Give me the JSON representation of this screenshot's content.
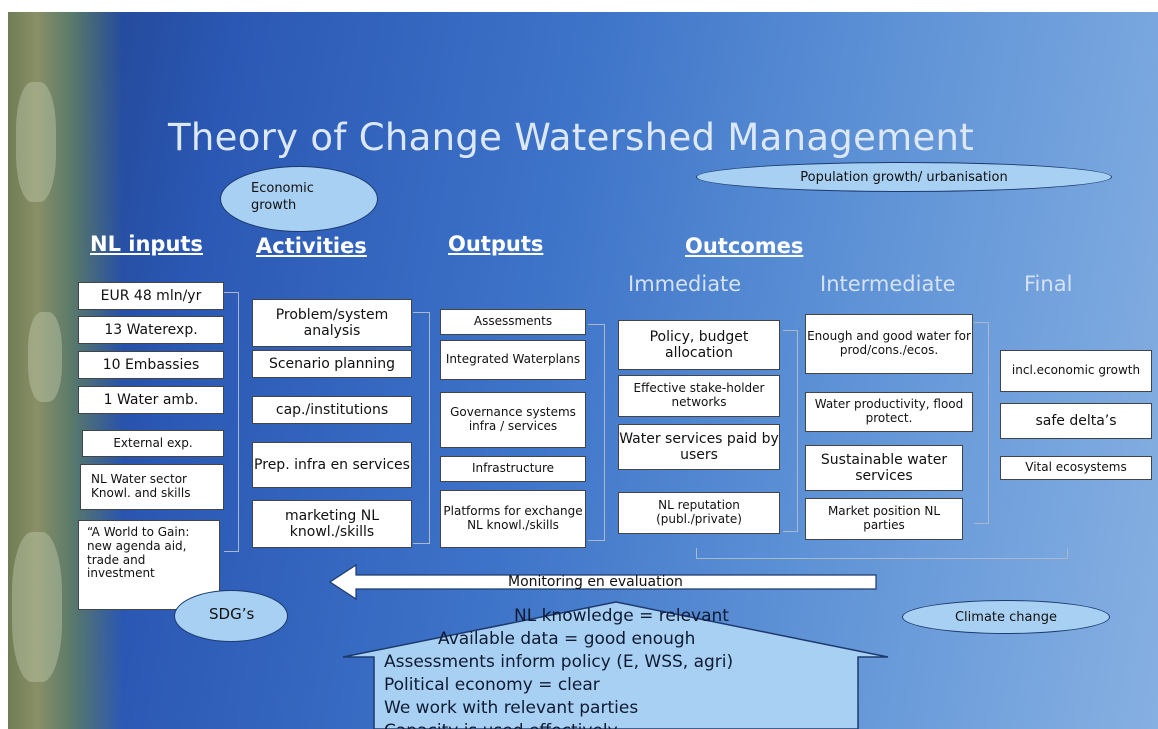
{
  "title": "Theory of Change Watershed Management",
  "ovals": {
    "economic_growth": "Economic growth",
    "population": "Population growth/ urbanisation",
    "sdgs": "SDG’s",
    "climate": "Climate change"
  },
  "headers": {
    "nl_inputs": "NL inputs",
    "activities": "Activities",
    "outputs": "Outputs",
    "outcomes": "Outcomes",
    "immediate": "Immediate",
    "intermediate": "Intermediate",
    "final": "Final"
  },
  "inputs": [
    "EUR 48 mln/yr",
    "13 Waterexp.",
    "10 Embassies",
    "1 Water amb.",
    "External exp.",
    "NL Water sector Knowl. and skills",
    "“A World to Gain: new agenda aid, trade and investment"
  ],
  "activities": [
    "Problem/system analysis",
    "Scenario planning",
    "cap./institutions",
    "Prep. infra en services",
    "marketing NL knowl./skills"
  ],
  "outputs": [
    "Assessments",
    "Integrated Waterplans",
    "Governance systems infra / services",
    "Infrastructure",
    "Platforms for exchange NL knowl./skills"
  ],
  "immediate": [
    "Policy, budget allocation",
    "Effective stake-holder networks",
    "Water services paid by users",
    "NL reputation (publ./private)"
  ],
  "intermediate": [
    "Enough and good water for prod/cons./ecos.",
    "Water productivity, flood protect.",
    "Sustainable water services",
    "Market position NL parties"
  ],
  "final": [
    "incl.economic growth",
    "safe delta’s",
    "Vital ecosystems"
  ],
  "monitoring": "Monitoring en evaluation",
  "assumptions": [
    "NL knowledge = relevant",
    "Available data = good enough",
    "Assessments inform policy (E, WSS, agri)",
    "Political economy = clear",
    "We work with relevant parties",
    "Capacity is used effectively"
  ]
}
